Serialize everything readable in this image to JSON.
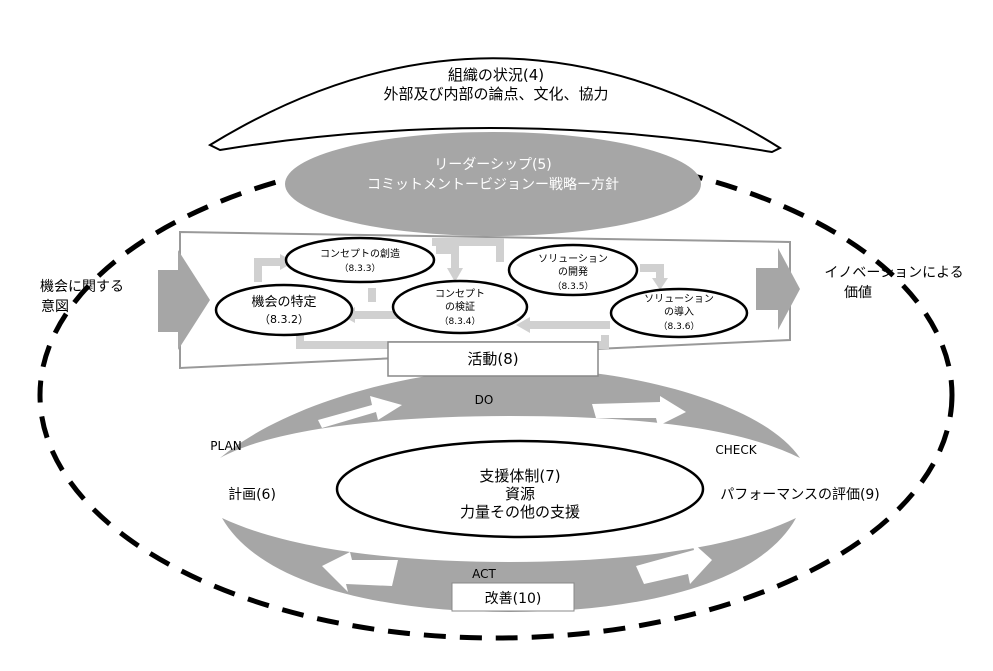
{
  "context": {
    "line1": "組織の状況(4)",
    "line2": "外部及び内部の論点、文化、協力"
  },
  "leadership": {
    "line1": "リーダーシップ(5)",
    "line2": "コミットメントービジョンー戦略ー方針"
  },
  "intent": {
    "line1": "機会に関する",
    "line2": "意図"
  },
  "value": {
    "line1": "イノベーションによる",
    "line2": "価値"
  },
  "processes": {
    "concept_create": {
      "line1": "コンセプトの創造",
      "line2": "（8.3.3）"
    },
    "opportunity": {
      "line1": "機会の特定",
      "line2": "（8.3.2）"
    },
    "concept_verify": {
      "line1": "コンセプト",
      "line2": "の検証",
      "line3": "（8.3.4）"
    },
    "solution_dev": {
      "line1": "ソリューション",
      "line2": "の開発",
      "line3": "（8.3.5）"
    },
    "solution_deploy": {
      "line1": "ソリューション",
      "line2": "の導入",
      "line3": "（8.3.6）"
    }
  },
  "activity": "活動(8)",
  "cycle": {
    "do": "DO",
    "plan": "PLAN",
    "check": "CHECK",
    "act": "ACT"
  },
  "plan_label": "計画(6)",
  "evaluation_label": "パフォーマンスの評価(9)",
  "support": {
    "line1": "支援体制(7)",
    "line2": "資源",
    "line3": "力量その他の支援"
  },
  "improvement": "改善(10)",
  "colors": {
    "gray": "#a6a6a6",
    "light_gray": "#d0d0d0",
    "outline": "#000000",
    "white": "#ffffff"
  }
}
